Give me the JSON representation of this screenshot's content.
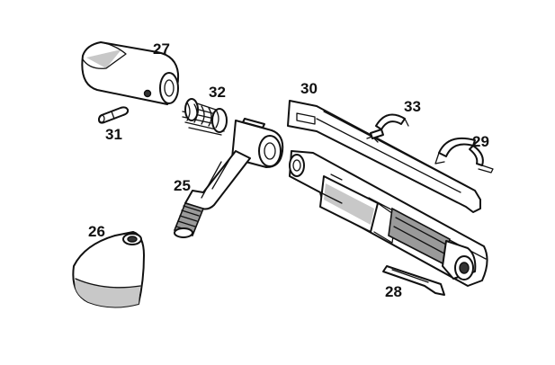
{
  "parts": [
    {
      "id": "part-27",
      "label": "27"
    },
    {
      "id": "part-32",
      "label": "32"
    },
    {
      "id": "part-30",
      "label": "30"
    },
    {
      "id": "part-33",
      "label": "33"
    },
    {
      "id": "part-31",
      "label": "31"
    },
    {
      "id": "part-29",
      "label": "29"
    },
    {
      "id": "part-25",
      "label": "25"
    },
    {
      "id": "part-26",
      "label": "26"
    },
    {
      "id": "part-28",
      "label": "28"
    }
  ]
}
